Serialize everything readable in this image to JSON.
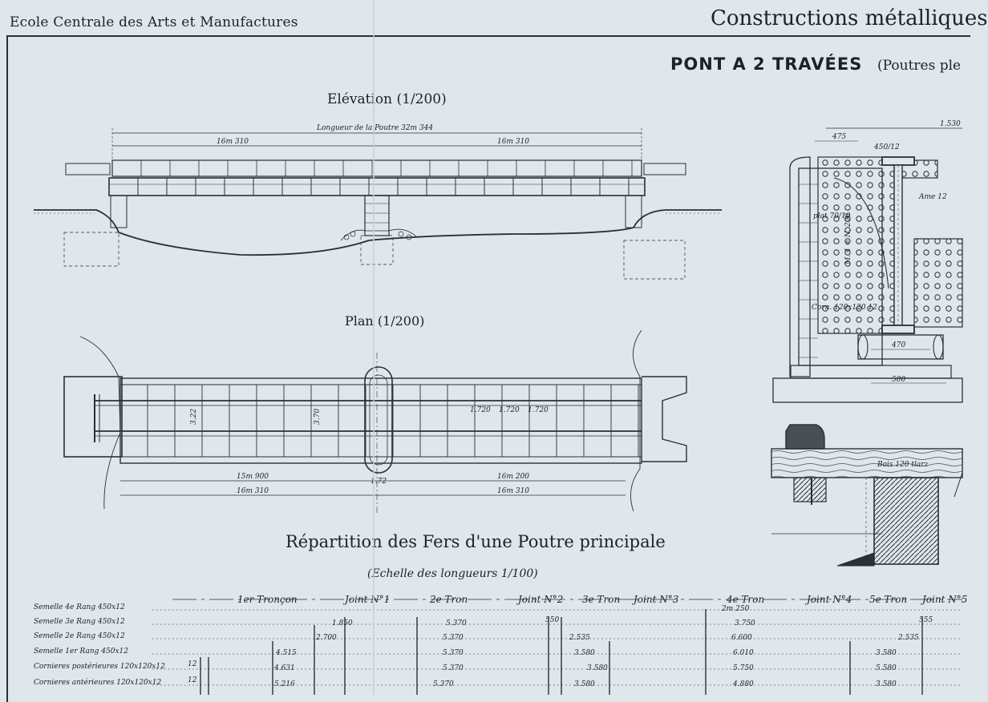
{
  "header": {
    "school": "Ecole Centrale des Arts et Manufactures",
    "course": "Constructions métalliques"
  },
  "title": {
    "main": "PONT A 2 TRAVÉES",
    "sub": "(Poutres ple"
  },
  "elevation": {
    "label": "Elévation (1/200)",
    "total_dim": "Longueur de la Poutre 32m 344",
    "left_span": "16m 310",
    "right_span": "16m 310"
  },
  "plan": {
    "label": "Plan (1/200)",
    "dim_left_1": "15m 900",
    "dim_right_1": "16m 200",
    "dim_left_2": "16m 310",
    "dim_right_2": "16m 310",
    "pier_dim": "1.72",
    "bay_1": "1.720",
    "bay_2": "1.720",
    "bay_3": "1.720",
    "width_1": "3.22",
    "width_2": "3.70"
  },
  "section": {
    "top_dim": "1.530",
    "dim_475": "475",
    "dim_450": "450/12",
    "ame": "Ame 12",
    "plat": "plat 70/10",
    "cornieres": "Corn. 120x120 12",
    "vertical": "M. 4 = N. 200",
    "dim_470": "470",
    "dim_500": "500",
    "bois": "Bois 120 tlarz"
  },
  "repartition": {
    "title": "Répartition des Fers d'une Poutre principale",
    "scale": "(Echelle des longueurs 1/100)",
    "groups": [
      "1er Tronçon",
      "Joint N°1",
      "2e Tron",
      "Joint N°2",
      "3e Tron",
      "Joint N°3",
      "4e Tron",
      "Joint N°4",
      "5e Tron",
      "Joint N°5"
    ],
    "rows": [
      {
        "label": "Semelle 4e Rang  450x12",
        "values": [
          "2m 250"
        ]
      },
      {
        "label": "Semelle 3e Rang  450x12",
        "values": [
          "1.850",
          "5.370",
          "550",
          "3.750",
          "555"
        ]
      },
      {
        "label": "Semelle 2e Rang  450x12",
        "values": [
          "2.700",
          "5.370",
          "2.535",
          "6.600",
          "2.535"
        ]
      },
      {
        "label": "Semelle 1er Rang  450x12",
        "values": [
          "4.515",
          "5.370",
          "3.580",
          "6.010",
          "3.580"
        ]
      },
      {
        "label": "Cornieres postérieures  120x120x12",
        "values": [
          "12",
          "4.631",
          "5.370",
          "3.580",
          "5.750",
          "5.580"
        ]
      },
      {
        "label": "Cornieres antérieures  120x120x12",
        "values": [
          "12",
          "5.216",
          "5.370",
          "3.580",
          "4.880",
          "3.580"
        ]
      }
    ]
  }
}
